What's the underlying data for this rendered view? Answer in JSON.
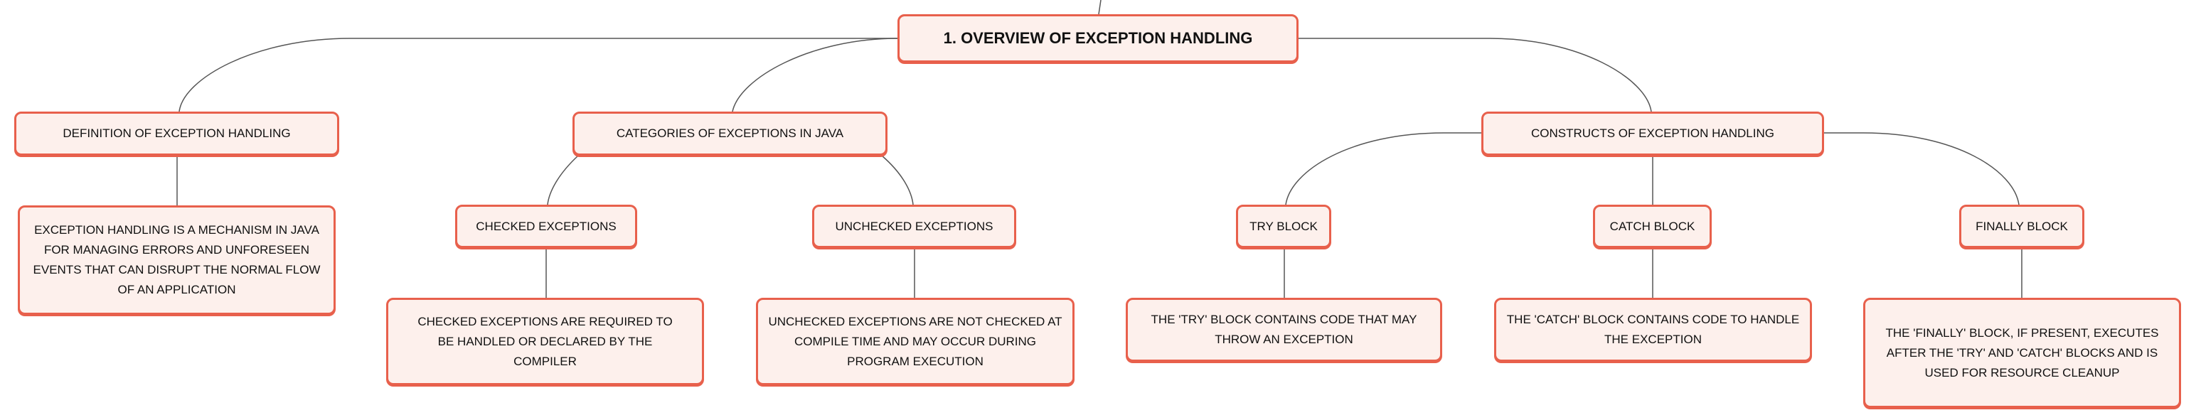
{
  "root": {
    "label": "1. OVERVIEW OF EXCEPTION HANDLING"
  },
  "branches": {
    "definition": {
      "label": "DEFINITION OF EXCEPTION HANDLING",
      "desc": "EXCEPTION HANDLING IS A MECHANISM IN JAVA FOR MANAGING ERRORS AND UNFORESEEN EVENTS THAT CAN DISRUPT THE NORMAL FLOW OF AN APPLICATION"
    },
    "categories": {
      "label": "CATEGORIES OF EXCEPTIONS IN JAVA",
      "checked": {
        "label": "CHECKED EXCEPTIONS",
        "desc": "CHECKED EXCEPTIONS ARE REQUIRED TO BE HANDLED OR DECLARED BY THE COMPILER"
      },
      "unchecked": {
        "label": "UNCHECKED EXCEPTIONS",
        "desc": "UNCHECKED EXCEPTIONS ARE NOT CHECKED AT COMPILE TIME AND MAY OCCUR DURING PROGRAM EXECUTION"
      }
    },
    "constructs": {
      "label": "CONSTRUCTS OF EXCEPTION HANDLING",
      "try": {
        "label": "TRY BLOCK",
        "desc": "THE 'TRY' BLOCK CONTAINS CODE THAT MAY THROW AN EXCEPTION"
      },
      "catch": {
        "label": "CATCH BLOCK",
        "desc": "THE 'CATCH' BLOCK CONTAINS CODE TO HANDLE THE EXCEPTION"
      },
      "finally": {
        "label": "FINALLY BLOCK",
        "desc": "THE 'FINALLY' BLOCK, IF PRESENT, EXECUTES AFTER THE 'TRY' AND 'CATCH' BLOCKS AND IS USED FOR RESOURCE CLEANUP"
      }
    }
  },
  "colors": {
    "border": "#e8604c",
    "fill": "#fdf0ec",
    "edge": "#555555"
  }
}
